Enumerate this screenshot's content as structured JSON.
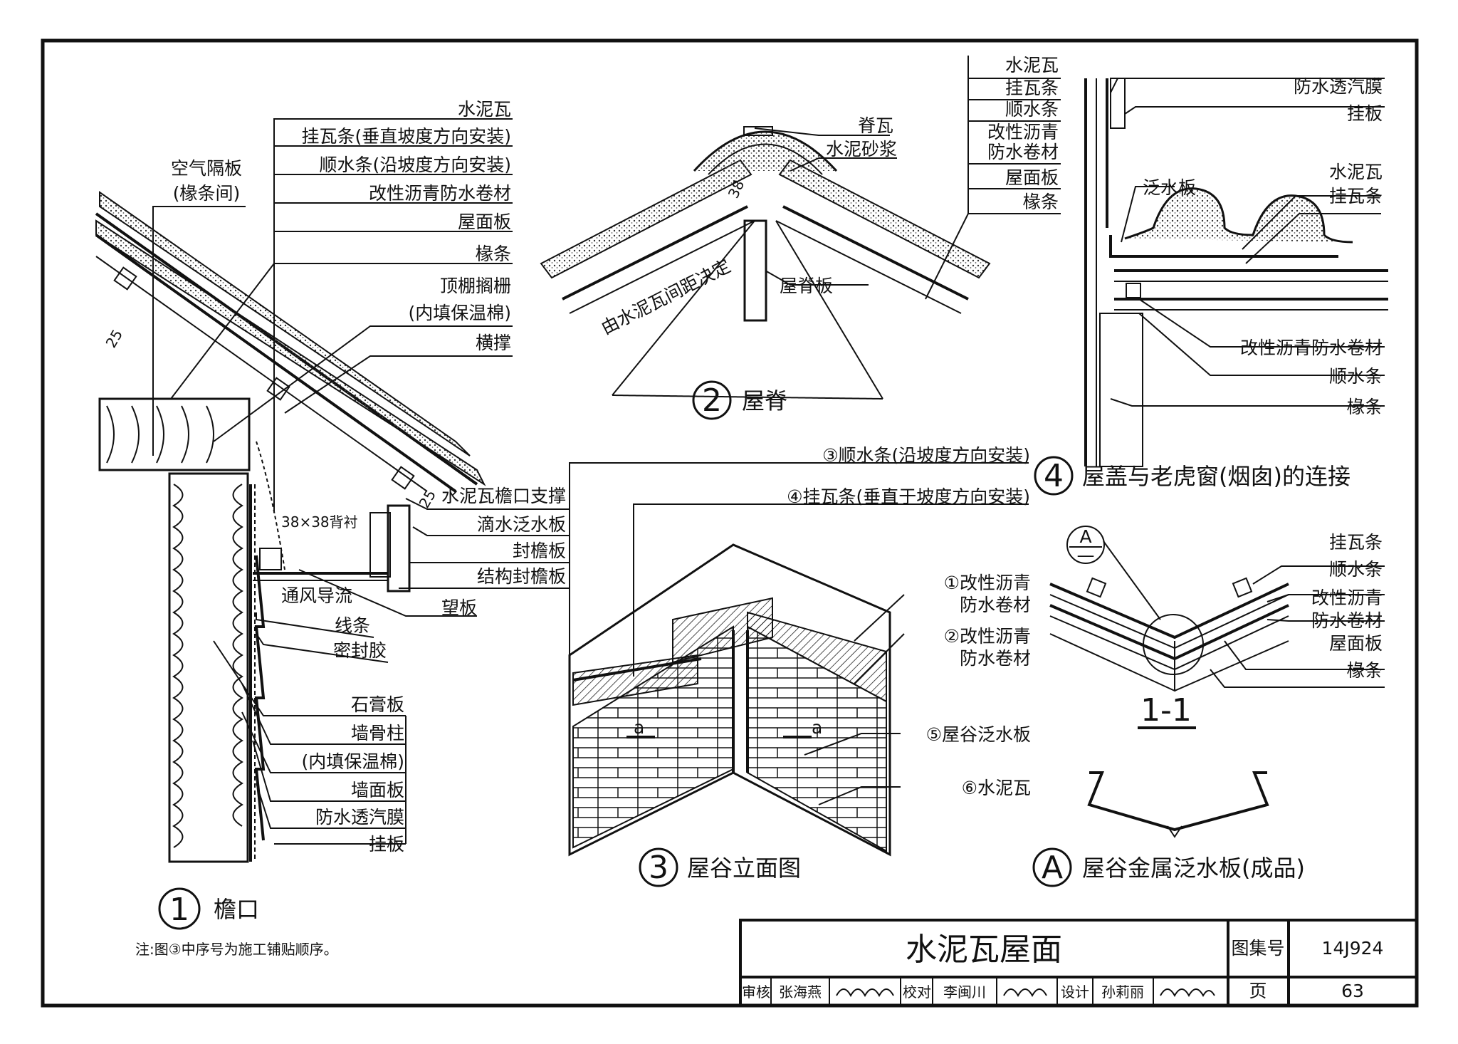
{
  "detail1": {
    "number": "1",
    "title": "檐口",
    "labels_top": [
      "水泥瓦",
      "挂瓦条(垂直坡度方向安装)",
      "顺水条(沿坡度方向安装)",
      "改性沥青防水卷材",
      "屋面板",
      "椽条",
      "顶棚搁栅",
      "(内填保温棉)",
      "横撑"
    ],
    "air_baffle": [
      "空气隔板",
      "(椽条间)"
    ],
    "dim_25": "25",
    "dim_eave": "25",
    "eave_labels": [
      "水泥瓦檐口支撑",
      "滴水泛水板",
      "封檐板",
      "结构封檐板"
    ],
    "backing": "38×38背衬",
    "vent": "通风导流",
    "soffit": "望板",
    "trim": "线条",
    "sealant": "密封胶",
    "wall_labels": [
      "石膏板",
      "墙骨柱",
      "(内填保温棉)",
      "墙面板",
      "防水透汽膜",
      "挂板"
    ]
  },
  "detail2": {
    "number": "2",
    "title": "屋脊",
    "labels": [
      "脊瓦",
      "水泥砂浆"
    ],
    "right_labels": [
      "水泥瓦",
      "挂瓦条",
      "顺水条",
      "改性沥青",
      "防水卷材",
      "屋面板",
      "椽条"
    ],
    "dim_38": "38",
    "spacing_note": "由水泥瓦间距决定",
    "ridge_board": "屋脊板"
  },
  "detail3": {
    "number": "3",
    "title": "屋谷立面图",
    "labels": [
      "③顺水条(沿坡度方向安装)",
      "④挂瓦条(垂直于坡度方向安装)"
    ],
    "right_labels": [
      "①改性沥青",
      "防水卷材",
      "②改性沥青",
      "防水卷材",
      "⑤屋谷泛水板",
      "⑥水泥瓦"
    ],
    "section_mark": "a"
  },
  "detail4": {
    "number": "4",
    "title": "屋盖与老虎窗(烟囱)的连接",
    "labels": [
      "防水透汽膜",
      "挂板",
      "泛水板",
      "水泥瓦",
      "挂瓦条",
      "改性沥青防水卷材",
      "顺水条",
      "椽条"
    ]
  },
  "section11": {
    "title": "1-1",
    "ref_top": "A",
    "ref_bottom": "—",
    "labels": [
      "挂瓦条",
      "顺水条",
      "改性沥青",
      "防水卷材",
      "屋面板",
      "椽条"
    ]
  },
  "detailA": {
    "number": "A",
    "title": "屋谷金属泛水板(成品)"
  },
  "note": "注:图③中序号为施工铺贴顺序。",
  "titleblock": {
    "title": "水泥瓦屋面",
    "atlas_label": "图集号",
    "atlas_no": "14J924",
    "page_label": "页",
    "page_no": "63",
    "review_label": "审核",
    "reviewer": "张海燕",
    "check_label": "校对",
    "checker": "李闽川",
    "design_label": "设计",
    "designer": "孙莉丽"
  }
}
